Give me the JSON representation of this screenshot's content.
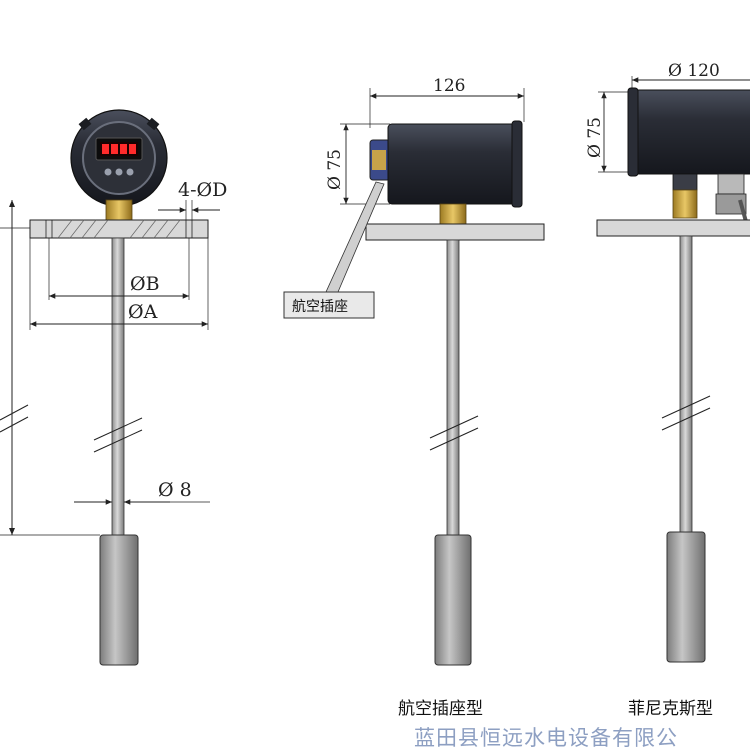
{
  "left_drawing": {
    "bolt_hole_label": "4-ØD",
    "inner_dia_label": "ØB",
    "outer_dia_label": "ØA",
    "rod_dia_label": "Ø 8"
  },
  "middle_drawing": {
    "width_label": "126",
    "height_label": "Ø 75",
    "callout_label": "航空插座",
    "caption": "航空插座型"
  },
  "right_drawing": {
    "width_label": "Ø 120",
    "height_label": "Ø 75",
    "caption": "菲尼克斯型"
  },
  "watermark": "蓝田县恒远水电设备有限公",
  "colors": {
    "line": "#222222",
    "flange": "#d0d0d0",
    "rod": "#a8a8a8",
    "housing": "#2c2f38",
    "brass": "#c9a13a",
    "display": "#e02a2a",
    "watermark": "#7a8fb8"
  }
}
